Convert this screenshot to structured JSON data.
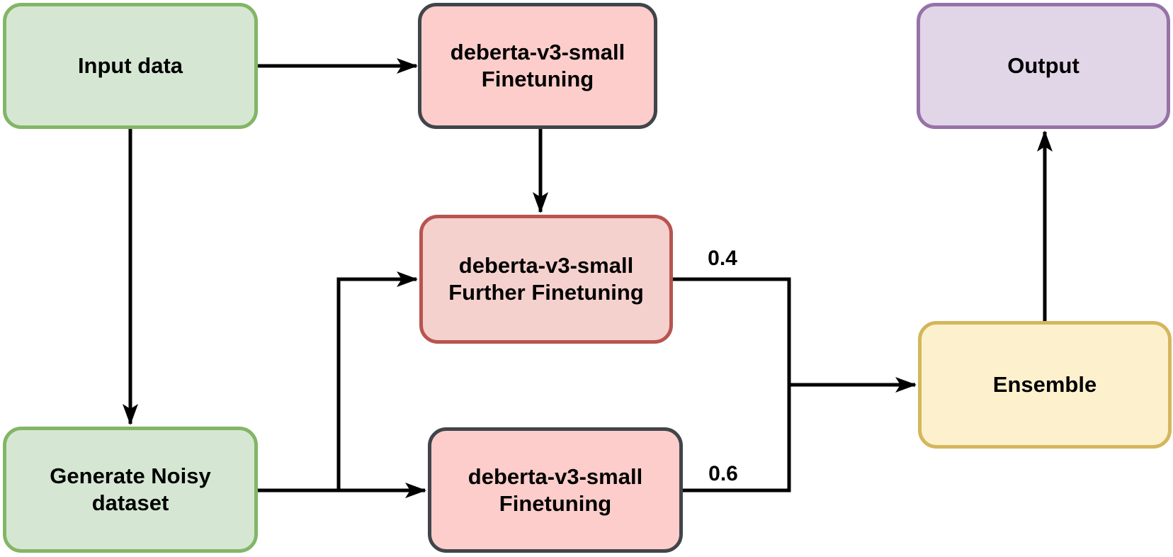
{
  "diagram": {
    "background_color": "#ffffff",
    "edge_color": "#000000",
    "text_color": "#000000",
    "nodes": {
      "input": {
        "label": "Input data",
        "fill": "#d5e7d3",
        "border": "#83b566"
      },
      "finetune_top": {
        "label": "deberta-v3-small Finetuning",
        "fill": "#fccdca",
        "border": "#40454a"
      },
      "output": {
        "label": "Output",
        "fill": "#e1d5e8",
        "border": "#9673a7"
      },
      "further": {
        "label": "deberta-v3-small Further Finetuning",
        "fill": "#f5d1cd",
        "border": "#b85450"
      },
      "noisy": {
        "label": "Generate Noisy dataset",
        "fill": "#d5e7d3",
        "border": "#83b566"
      },
      "finetune_bottom": {
        "label": "deberta-v3-small Finetuning",
        "fill": "#fccdca",
        "border": "#40454a"
      },
      "ensemble": {
        "label": "Ensemble",
        "fill": "#fdf1cd",
        "border": "#d4b65c"
      }
    },
    "edge_labels": {
      "further_weight": "0.4",
      "finetune_bottom_weight": "0.6"
    },
    "edges": [
      {
        "from": "input",
        "to": "finetune_top"
      },
      {
        "from": "input",
        "to": "noisy"
      },
      {
        "from": "finetune_top",
        "to": "further"
      },
      {
        "from": "noisy",
        "to": "finetune_bottom"
      },
      {
        "from": "noisy",
        "to": "further"
      },
      {
        "from": "further",
        "to": "ensemble",
        "weight": "0.4"
      },
      {
        "from": "finetune_bottom",
        "to": "ensemble",
        "weight": "0.6"
      },
      {
        "from": "ensemble",
        "to": "output"
      }
    ]
  }
}
